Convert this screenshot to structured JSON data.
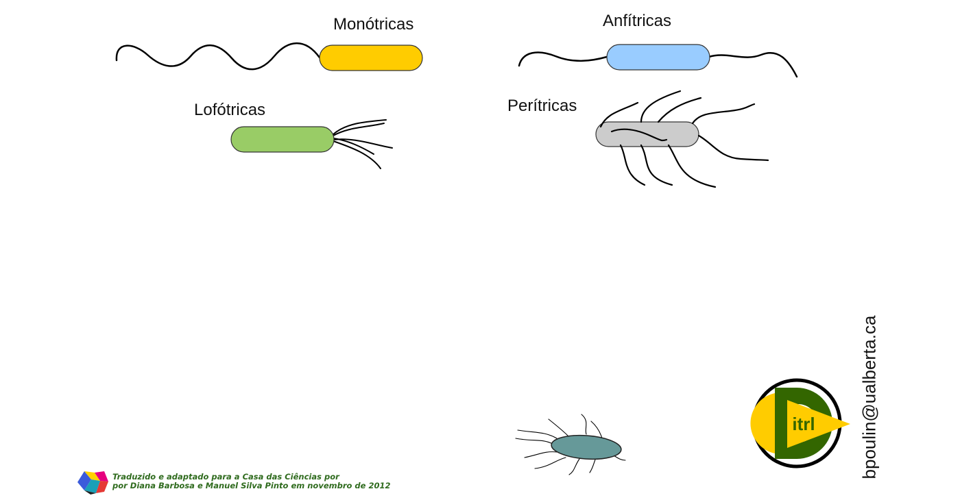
{
  "labels": {
    "monotricas": "Monótricas",
    "anfitricas": "Anfítricas",
    "lofotricas": "Lofótricas",
    "peritricas": "Perítricas"
  },
  "credit": {
    "line1": "Traduzido e adaptado para a Casa das Ciências por",
    "line2": "por Diana Barbosa e Manuel Silva Pinto em novembro de 2012"
  },
  "contact": {
    "email": "bpoulin@ualberta.ca"
  },
  "logo": {
    "text": "itrl"
  },
  "colors": {
    "monotricas_body": "#ffcc00",
    "anfitricas_body": "#99ccff",
    "lofotricas_body": "#99cc66",
    "peritricas_body": "#cccccc",
    "animated_body": "#669999",
    "logo_yellow": "#ffcc00",
    "logo_green": "#336600",
    "credit_text": "#2f6b1e"
  },
  "icons": {
    "publisher_logo": "casa-das-ciencias-logo",
    "lab_logo": "ditrl-logo"
  }
}
